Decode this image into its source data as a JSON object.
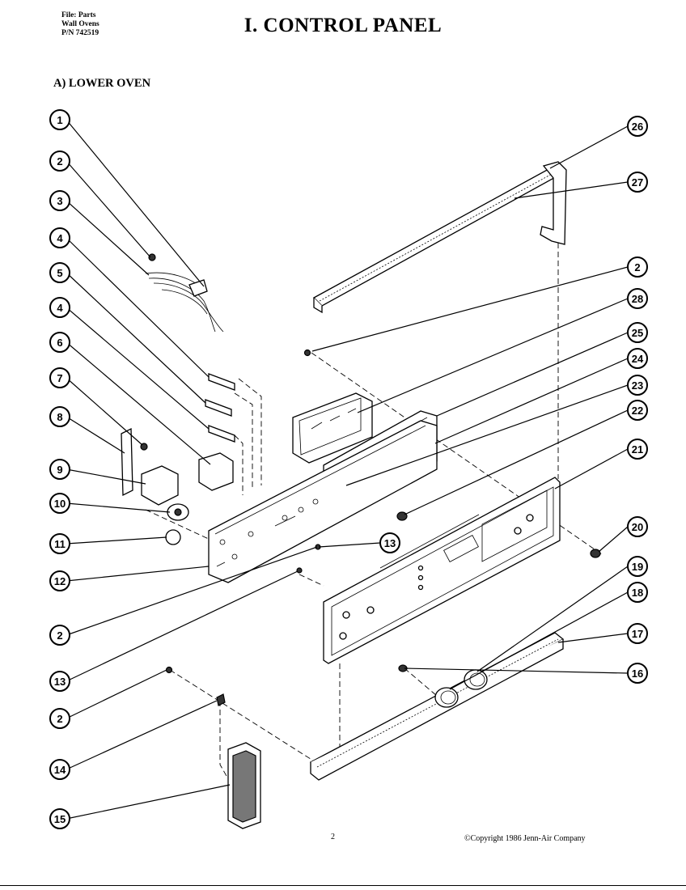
{
  "header": {
    "file_line": "File: Parts",
    "category_line": "Wall Ovens",
    "part_number_line": "P/N 742519",
    "title": "I. CONTROL PANEL",
    "section": "A) LOWER OVEN"
  },
  "callouts_left": [
    {
      "label": "1"
    },
    {
      "label": "2"
    },
    {
      "label": "3"
    },
    {
      "label": "4"
    },
    {
      "label": "5"
    },
    {
      "label": "4"
    },
    {
      "label": "6"
    },
    {
      "label": "7"
    },
    {
      "label": "8"
    },
    {
      "label": "9"
    },
    {
      "label": "10"
    },
    {
      "label": "11"
    },
    {
      "label": "12"
    },
    {
      "label": "2"
    },
    {
      "label": "13"
    },
    {
      "label": "2"
    },
    {
      "label": "14"
    },
    {
      "label": "15"
    }
  ],
  "callouts_right": [
    {
      "label": "26"
    },
    {
      "label": "27"
    },
    {
      "label": "2"
    },
    {
      "label": "28"
    },
    {
      "label": "25"
    },
    {
      "label": "24"
    },
    {
      "label": "23"
    },
    {
      "label": "22"
    },
    {
      "label": "21"
    },
    {
      "label": "20"
    },
    {
      "label": "19"
    },
    {
      "label": "18"
    },
    {
      "label": "17"
    },
    {
      "label": "16"
    }
  ],
  "callout_center": {
    "label": "13"
  },
  "footer": {
    "page_number": "2",
    "copyright": "©Copyright 1986 Jenn-Air Company"
  }
}
